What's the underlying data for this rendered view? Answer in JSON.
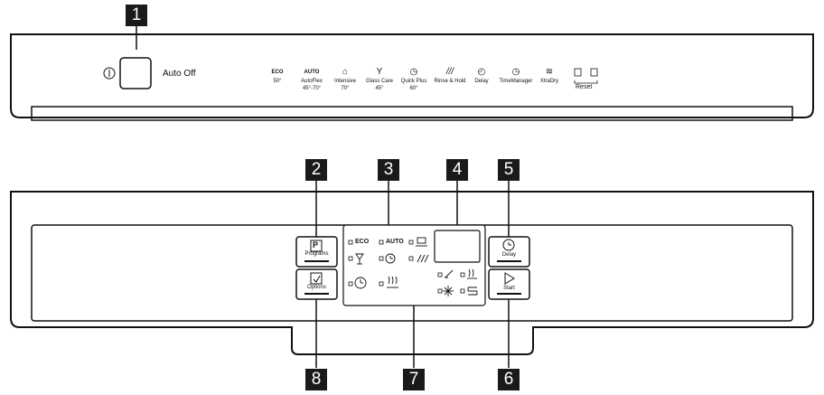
{
  "callouts": [
    "1",
    "2",
    "3",
    "4",
    "5",
    "6",
    "7",
    "8"
  ],
  "top_panel": {
    "auto_off": "Auto Off",
    "programs": [
      {
        "icon": "eco-text-icon",
        "glyph": "ECO",
        "label": "",
        "temp": "50°"
      },
      {
        "icon": "auto-text-icon",
        "glyph": "AUTO",
        "label": "AutoFlex",
        "temp": "45°-70°"
      },
      {
        "icon": "intensive-icon",
        "glyph": "⌂",
        "label": "Intensive",
        "temp": "70°"
      },
      {
        "icon": "glass-care-icon",
        "glyph": "Y",
        "label": "Glass Care",
        "temp": "45°"
      },
      {
        "icon": "quick-plus-icon",
        "glyph": "◷",
        "label": "Quick Plus",
        "temp": "60°"
      },
      {
        "icon": "rinse-hold-icon",
        "glyph": "///",
        "label": "Rinse & Hold",
        "temp": ""
      },
      {
        "icon": "delay-icon",
        "glyph": "◴",
        "label": "Delay",
        "temp": ""
      },
      {
        "icon": "time-manager-icon",
        "glyph": "◷",
        "label": "TimeManager",
        "temp": ""
      },
      {
        "icon": "xtra-dry-icon",
        "glyph": "≋",
        "label": "XtraDry",
        "temp": ""
      }
    ],
    "reset_label": "Reset"
  },
  "bottom_panel": {
    "programs_label": "Programs",
    "options_label": "Options",
    "delay_label": "Delay",
    "start_label": "Start",
    "indicators": {
      "eco": "ECO",
      "auto": "AUTO"
    }
  }
}
